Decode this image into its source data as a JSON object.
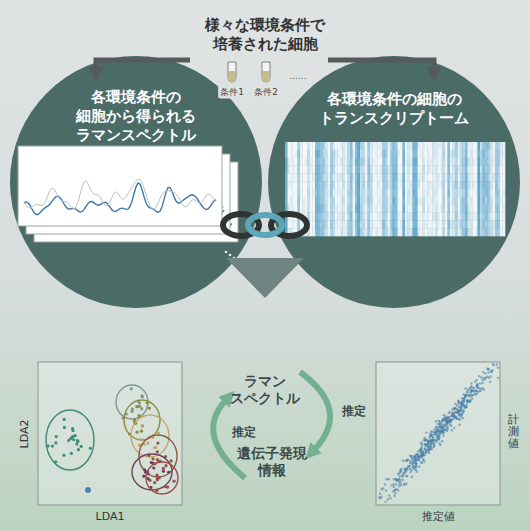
{
  "diagram": {
    "title": "様々な環境条件で 培養された細胞",
    "nodes": [
      {
        "text": [
          "各環境条件の 細胞から得られる ラマンスペクトル"
        ]
      },
      {
        "text": [
          "各環境条件の細胞の トランスクリプトーム"
        ]
      }
    ],
    "labels": [
      "条件1",
      "条件2",
      "......",
      "LDA2",
      "LDA1",
      "ラマン スペクトル",
      "推定",
      "遺伝子発現 情報",
      "推定",
      "計測値",
      "推定値"
    ]
  }
}
